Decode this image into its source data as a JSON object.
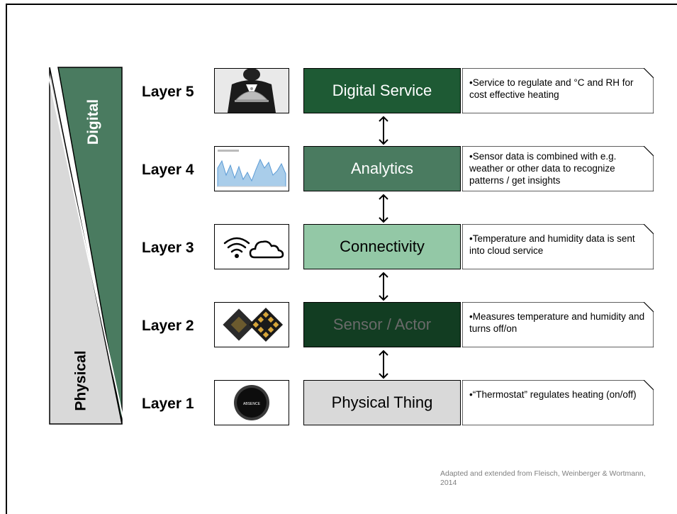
{
  "side": {
    "digital_label": "Digital",
    "physical_label": "Physical",
    "digital_color": "#4a7b60",
    "physical_color": "#d9d9d9"
  },
  "layers": [
    {
      "label": "Layer 5",
      "name": "Digital Service",
      "desc": "Service to regulate and °C and RH for cost effective heating",
      "icon": "butler-cloche-icon",
      "bg": "#1e5a34",
      "fg": "#ffffff"
    },
    {
      "label": "Layer 4",
      "name": "Analytics",
      "desc": "Sensor data is combined with e.g. weather or other data to recognize patterns / get insights",
      "icon": "line-chart-icon",
      "bg": "#4a7b60",
      "fg": "#ffffff"
    },
    {
      "label": "Layer 3",
      "name": "Connectivity",
      "desc": "Temperature and humidity data is sent into cloud service",
      "icon": "wifi-cloud-icon",
      "bg": "#93c8a6",
      "fg": "#000000"
    },
    {
      "label": "Layer 2",
      "name": "Sensor / Actor",
      "desc": "Measures temperature and humidity and turns off/on",
      "icon": "sensor-chip-icon",
      "bg": "#123d22",
      "fg": "#6a6a6a"
    },
    {
      "label": "Layer 1",
      "name": "Physical Thing",
      "desc": "“Thermostat” regulates heating (on/off)",
      "icon": "thermostat-icon",
      "bg": "#d9d9d9",
      "fg": "#000000"
    }
  ],
  "thermostat_text": "ABSENCE",
  "credit": "Adapted and extended from Fleisch, Weinberger & Wortmann, 2014"
}
